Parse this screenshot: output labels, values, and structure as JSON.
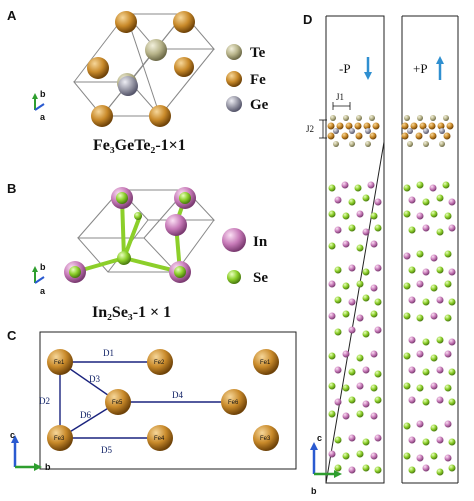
{
  "panels": {
    "a": {
      "letter": "A",
      "caption": "Fe₃GeTe₂-1×1",
      "legend": [
        "Te",
        "Fe",
        "Ge"
      ],
      "axes": [
        "b",
        "a"
      ]
    },
    "b": {
      "letter": "B",
      "caption": "In₂Se₃-1 × 1",
      "legend": [
        "In",
        "Se"
      ],
      "axes": [
        "b",
        "a"
      ]
    },
    "c": {
      "letter": "C",
      "atoms": [
        "Fe1",
        "Fe2",
        "Fe1",
        "Fe5",
        "Fe6",
        "Fe3",
        "Fe4",
        "Fe3"
      ],
      "distances": [
        "D1",
        "D2",
        "D3",
        "D4",
        "D5",
        "D6"
      ],
      "axes": [
        "c",
        "b"
      ]
    },
    "d": {
      "letter": "D",
      "left_label": "-P",
      "right_label": "+P",
      "exchange": [
        "J1",
        "J2"
      ],
      "axes": [
        "c",
        "b"
      ]
    }
  },
  "colors": {
    "te": "#b8b48a",
    "fe": "#c98a2a",
    "ge": "#9a9aa8",
    "in": "#c77ab8",
    "se": "#8ccf2a",
    "bond_line": "#1a237e",
    "arrow_blue": "#2f8fd0"
  }
}
